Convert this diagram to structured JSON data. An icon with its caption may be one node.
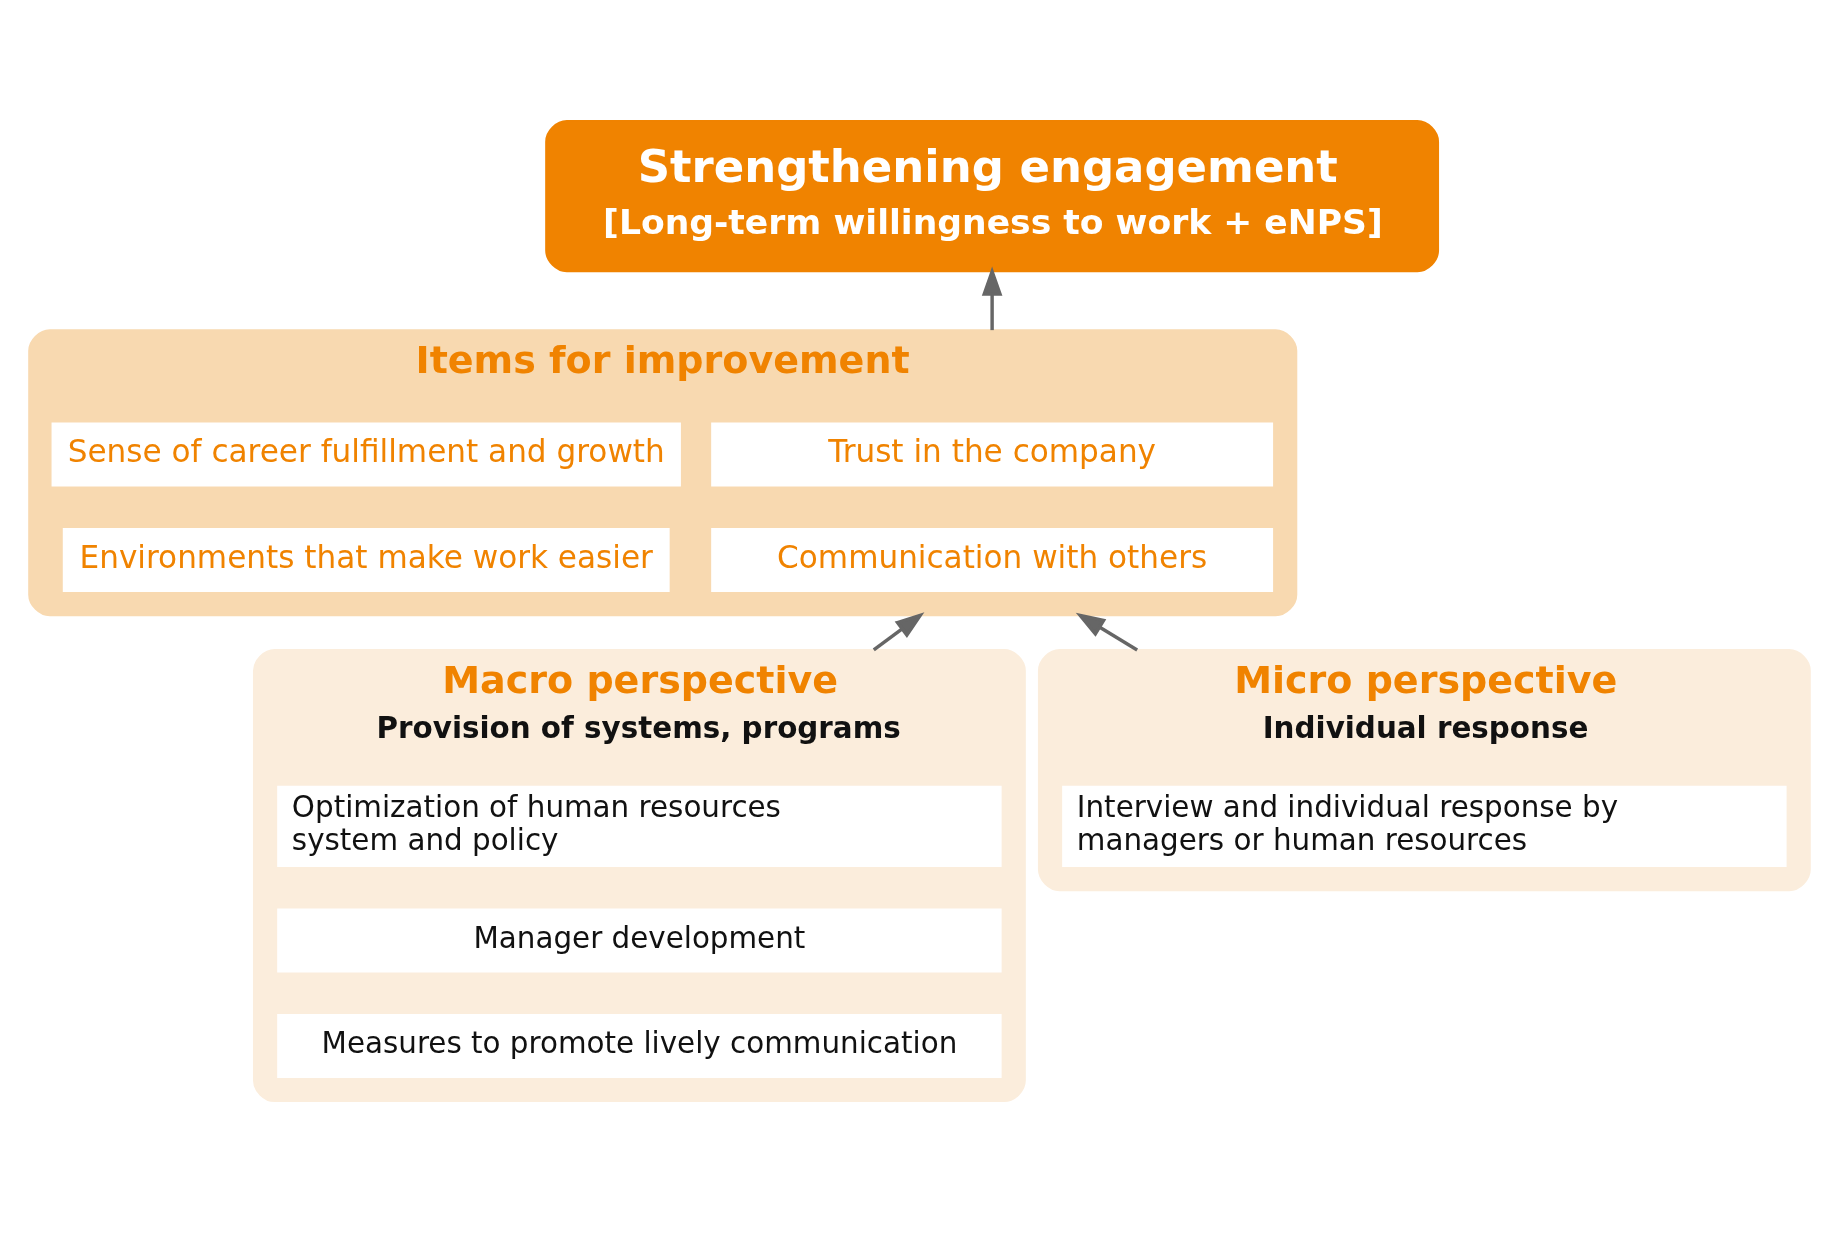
{
  "diagram": {
    "nodes": [
      {
        "text": [
          "Strengthening engagement",
          "[Long-term willingness to work + eNPS]"
        ]
      },
      {
        "text": [
          "Items for improvement"
        ]
      },
      {
        "text": [
          "Trust in the company"
        ],
        "in": 1
      },
      {
        "text": [
          "Sense of career fulfillment and growth"
        ],
        "in": 1
      },
      {
        "text": [
          "Communication with others"
        ],
        "in": 1
      },
      {
        "text": [
          "Environments that make work easier"
        ],
        "in": 1
      },
      {
        "text": [
          "Macro perspective",
          "Provision of systems, programs"
        ]
      },
      {
        "text": [
          "Optimization of human resources system and policy"
        ],
        "in": 6
      },
      {
        "text": [
          "Manager development"
        ],
        "in": 6
      },
      {
        "text": [
          "Measures to promote lively communication"
        ],
        "in": 6
      },
      {
        "text": [
          "Micro perspective",
          "Individual response"
        ]
      },
      {
        "text": [
          "Interview and individual response by managers or human resources"
        ],
        "in": 10
      }
    ],
    "edges": [
      {
        "from": 1,
        "to": 0,
        "arrow": "to"
      },
      {
        "from": 6,
        "to": 1,
        "arrow": "to"
      },
      {
        "from": 10,
        "to": 1,
        "arrow": "to"
      }
    ]
  }
}
